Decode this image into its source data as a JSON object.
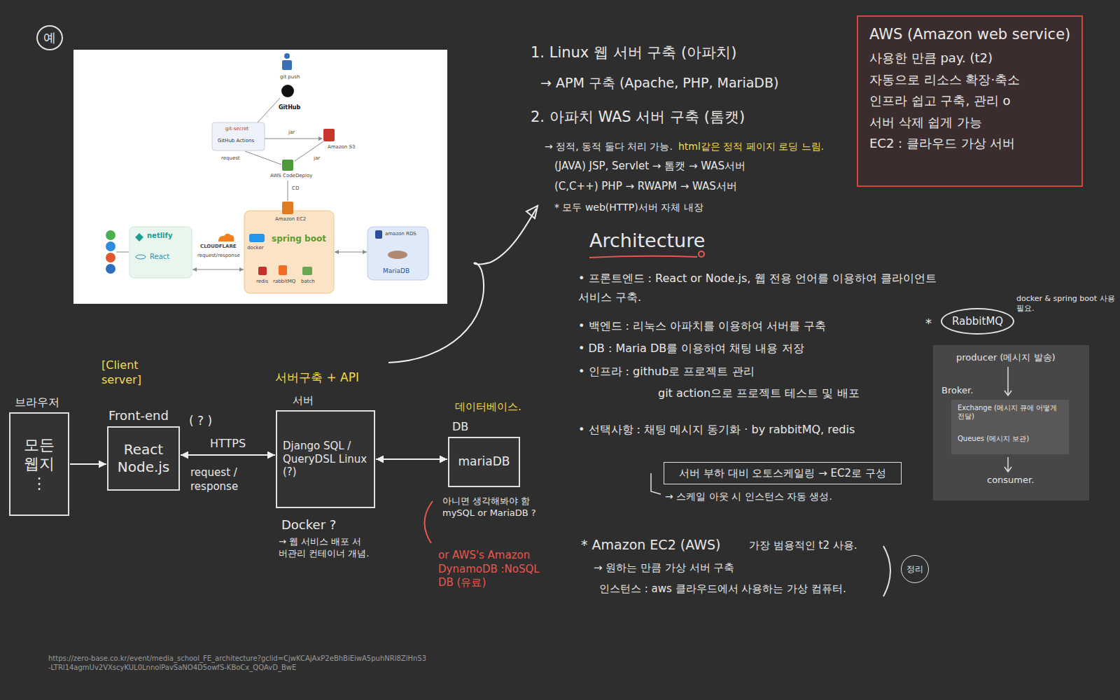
{
  "diagram": {
    "nodes": [
      {
        "text": [
          "예"
        ]
      },
      {
        "text": [
          "git push",
          "GitHub",
          "jar",
          "Amazon S3",
          "request",
          "jar",
          "AWS CodeDeploy",
          "CD",
          "CLOUDFLARE",
          "request/response"
        ]
      },
      {
        "text": [
          "git-secret",
          "GitHub Actions"
        ],
        "in": 1
      },
      {
        "text": [
          "netlify",
          "React"
        ],
        "in": 1
      },
      {
        "text": [
          "Amazon EC2",
          "docker",
          "spring boot",
          "redis",
          "rabbitMQ",
          "batch"
        ],
        "in": 1
      },
      {
        "text": [
          "amazon RDS",
          "MariaDB"
        ],
        "in": 1
      },
      {
        "text": [
          "AWS (Amazon web service)",
          "사용한 만큼 pay. (t2)",
          "자동으로 리소스 확장·축소",
          "인프라 쉽고 구축, 관리 o",
          "서버 삭제 쉽게 가능",
          "EC2 : 클라우드 가상 서버"
        ]
      },
      {
        "text": [
          "RabbitMQ"
        ]
      },
      {
        "text": [
          "producer (메시지 발송)",
          "Broker.",
          "consumer."
        ]
      },
      {
        "text": [
          "Exchange (메시지 큐에 어떻게 전달)",
          "Queues (메시지 보관)"
        ],
        "in": 8
      },
      {
        "text": [
          "서버 부하 대비 오토스케일링 → EC2로 구성"
        ]
      },
      {
        "text": [
          "브라우저",
          "모든 웹지 ⋮"
        ]
      },
      {
        "text": [
          "Front-end",
          "React Node.js"
        ]
      },
      {
        "text": [
          "서버",
          "Django SQL / QueryDSL Linux (?)"
        ]
      },
      {
        "text": [
          "DB",
          "mariaDB"
        ]
      },
      {
        "text": [
          "정리"
        ]
      }
    ],
    "edges": [
      {
        "from": 3,
        "to": 4,
        "arrow": "both"
      },
      {
        "from": 4,
        "to": 5,
        "arrow": "both"
      },
      {
        "from": 11,
        "to": 12,
        "arrow": "to"
      },
      {
        "from": 12,
        "to": 13,
        "label": "HTTPS",
        "arrow": "both"
      },
      {
        "from": 13,
        "to": 14,
        "arrow": "both"
      }
    ],
    "labels": [
      "[Client server]",
      "( ? )",
      "request / response",
      "서버구축 + API",
      "Docker ?",
      "→ 웹 서비스 배포 서버관리 컨테이너 개념.",
      "데이터베이스.",
      "아니면 생각해봐야 함 mySQL or MariaDB ?",
      "or AWS's Amazon DynamoDB :NoSQL DB (유료)",
      "1. Linux 웹 서버 구축 (아파치)",
      "→ APM 구축 (Apache, PHP, MariaDB)",
      "2. 아파치 WAS 서버 구축 (톰캣)",
      "→ 정적, 동적 둘다 처리 가능.",
      "html같은 정적 페이지 로딩 느림.",
      "(JAVA) JSP, Servlet → 톰캣 → WAS서버",
      "(C,C++) PHP → RWAPM → WAS서버",
      "* 모두 web(HTTP)서버 자체 내장",
      "Architecture",
      "• 프론트엔드 : React or Node.js, 웹 전용 언어를 이용하여 클라이언트 서비스 구축.",
      "• 백엔드 : 리눅스 아파치를 이용하여 서버를 구축",
      "• DB : Maria DB를 이용하여 채팅 내용 저장",
      "• 인프라 : github로 프로젝트 관리",
      "git action으로 프로젝트 테스트 및 배포",
      "• 선택사항 : 채팅 메시지 동기화 · by rabbitMQ, redis",
      "→ 스케일 아웃 시 인스턴스 자동 생성.",
      "*",
      "docker & spring boot 사용 필요.",
      "* Amazon EC2 (AWS)",
      "가장 범용적인 t2 사용.",
      "→ 원하는 만큼 가상 서버 구축",
      "인스턴스 : aws 클라우드에서 사용하는 가상 컴퓨터.",
      "https://zero-base.co.kr/event/media_school_FE_architecture?gclid=CjwKCAjAxP2eBhBiEiwA5puhNRl8ZiHnS3-LTRl14agmUv2VXscyKUL0LnnolPavSaNO4D5owfS-KBoCx_QQAvD_BwE"
    ]
  }
}
